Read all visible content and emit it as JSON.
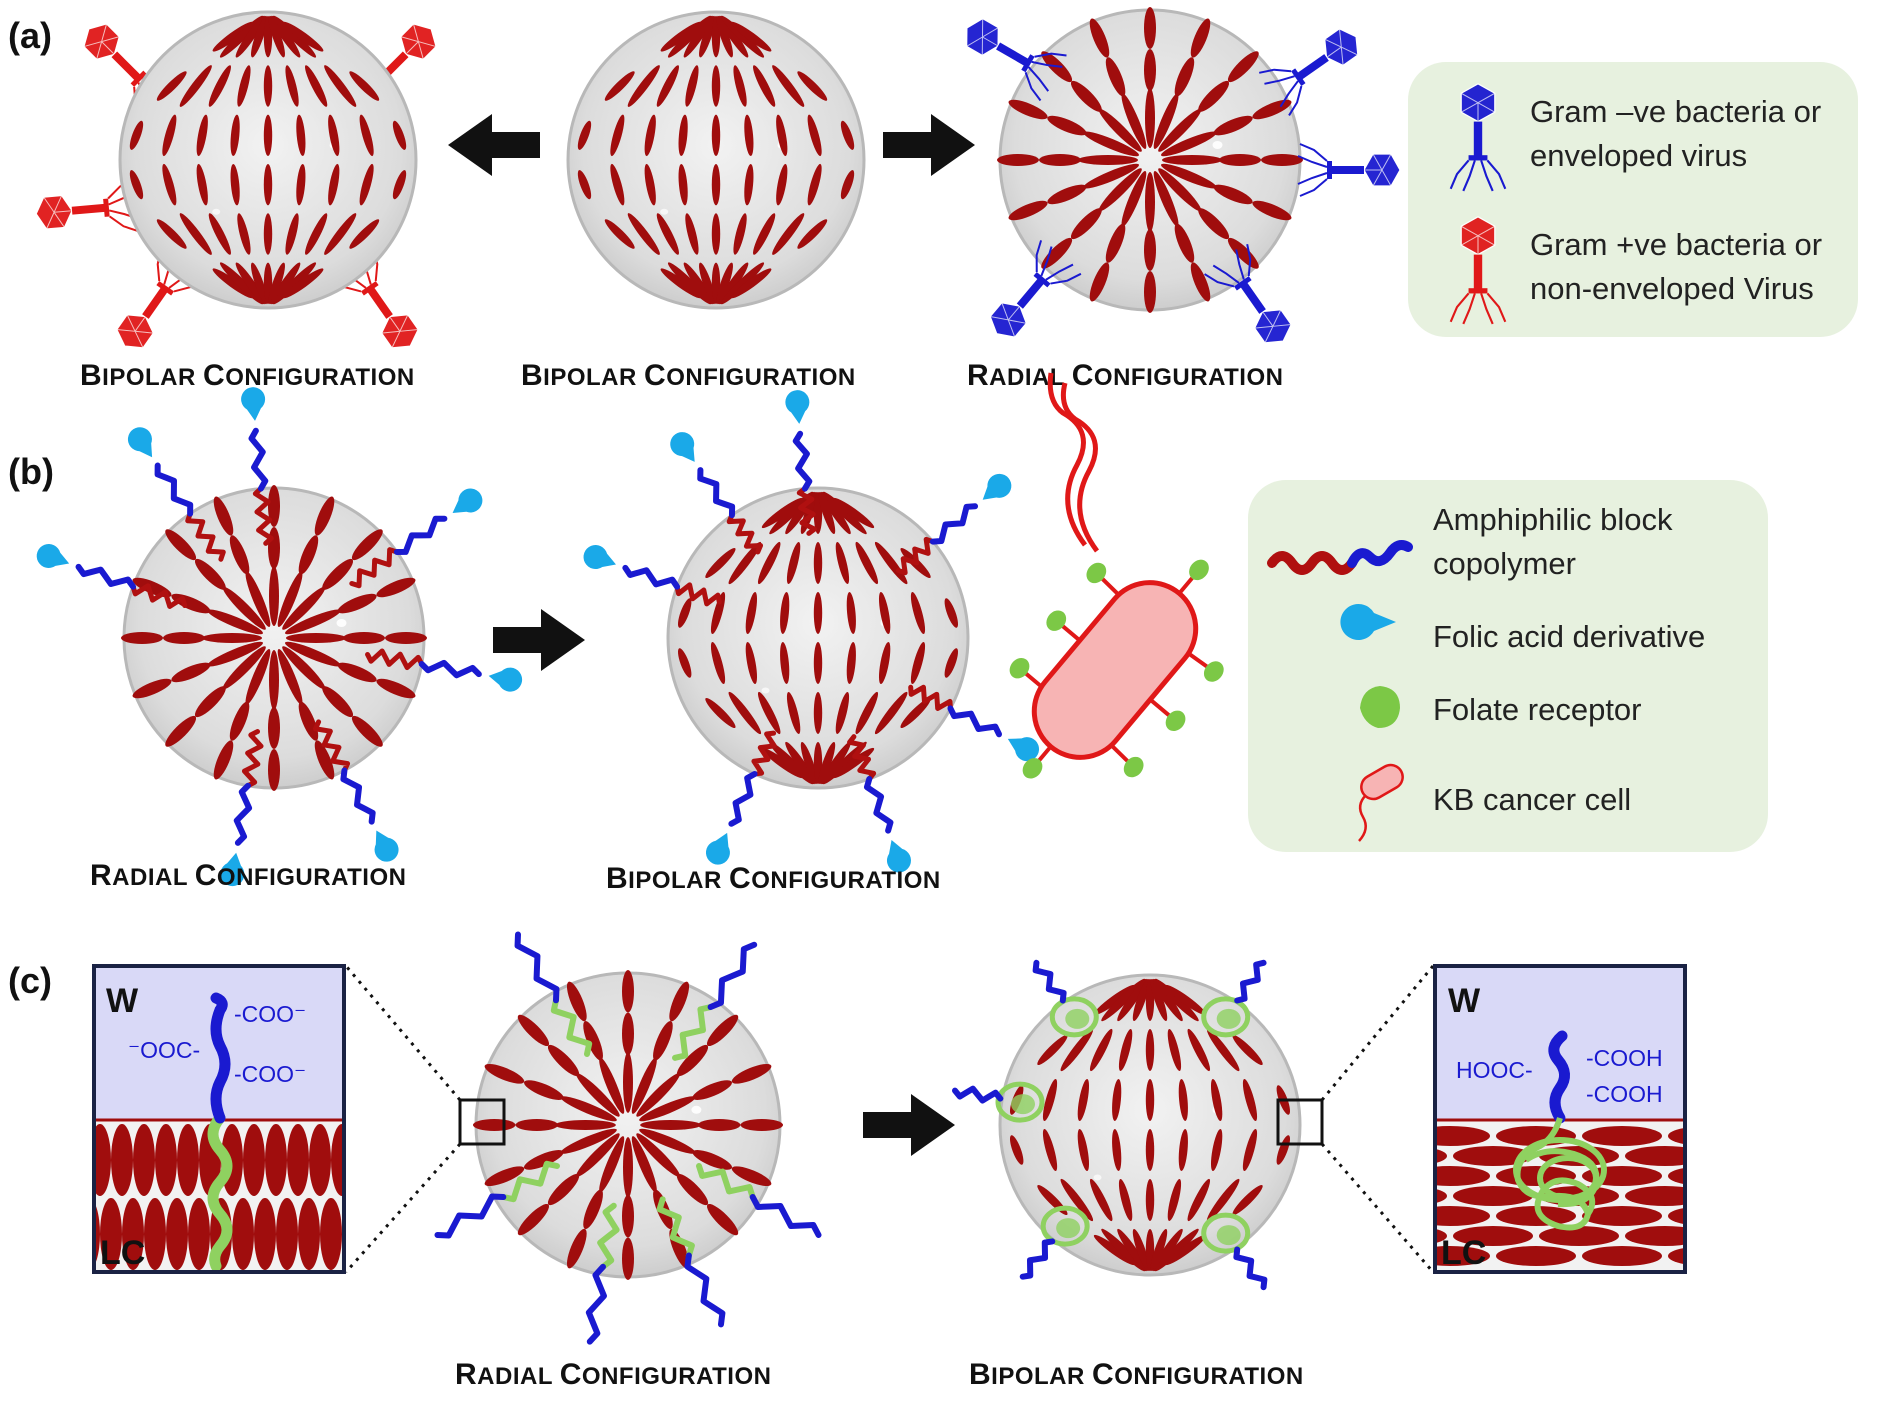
{
  "panels": {
    "a": {
      "label": "(a)",
      "captions": [
        {
          "big1": "B",
          "small1": "IPOLAR ",
          "big2": "C",
          "small2": "ONFIGURATION"
        },
        {
          "big1": "B",
          "small1": "IPOLAR ",
          "big2": "C",
          "small2": "ONFIGURATION"
        },
        {
          "big1": "R",
          "small1": "ADIAL ",
          "big2": "C",
          "small2": "ONFIGURATION"
        }
      ],
      "legend": [
        {
          "line1": "Gram –ve bacteria or",
          "line2": "enveloped virus",
          "color": "#1a1ad0",
          "icon": "phage-icon"
        },
        {
          "line1": "Gram +ve bacteria or",
          "line2": "non-enveloped Virus",
          "color": "#e01818",
          "icon": "phage-icon"
        }
      ]
    },
    "b": {
      "label": "(b)",
      "captions": [
        {
          "big1": "R",
          "small1": "ADIAL ",
          "big2": "C",
          "small2": "ONFIGURATION"
        },
        {
          "big1": "B",
          "small1": "IPOLAR ",
          "big2": "C",
          "small2": "ONFIGURATION"
        }
      ],
      "legend": [
        {
          "line1": "Amphiphilic block",
          "line2": "copolymer",
          "icon": "block-copolymer-icon"
        },
        {
          "line1": "Folic acid derivative",
          "line2": "",
          "icon": "folic-acid-icon"
        },
        {
          "line1": "Folate receptor",
          "line2": "",
          "icon": "folate-receptor-icon"
        },
        {
          "line1": "KB cancer cell",
          "line2": "",
          "icon": "kb-cell-icon"
        }
      ]
    },
    "c": {
      "label": "(c)",
      "captions": [
        {
          "big1": "R",
          "small1": "ADIAL ",
          "big2": "C",
          "small2": "ONFIGURATION"
        },
        {
          "big1": "B",
          "small1": "IPOLAR ",
          "big2": "C",
          "small2": "ONFIGURATION"
        }
      ],
      "left_box": {
        "top": "W",
        "bottom": "LC",
        "groups": [
          "-COO⁻",
          "⁻OOC-",
          "-COO⁻"
        ]
      },
      "right_box": {
        "top": "W",
        "bottom": "LC",
        "groups": [
          "-COOH",
          "HOOC-",
          "-COOH"
        ]
      }
    }
  },
  "colors": {
    "lc": "#a00d0d",
    "droplet": "#d9d9d9",
    "hydrophilic": "#1a1ad0",
    "hydrophobic_b": "#b01010",
    "hydrophobic_c": "#8fd160",
    "folic": "#1aa9e8",
    "receptor": "#7cc846",
    "cell_fill": "#f7b4b4",
    "cell_line": "#e01818",
    "legend_bg": "#e7f1df",
    "water_bg": "#d9d9f7"
  }
}
